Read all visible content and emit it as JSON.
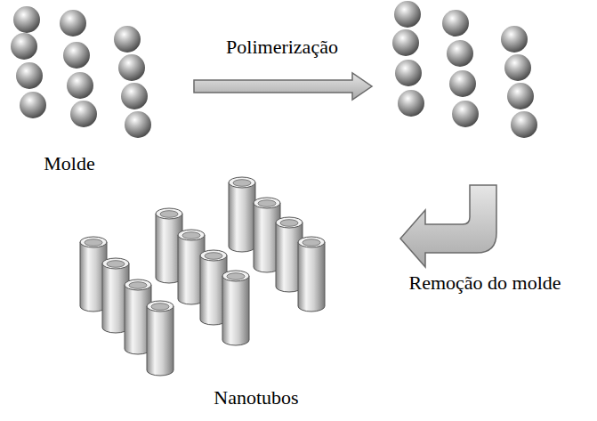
{
  "diagram": {
    "labels": [
      "Molde",
      "Polimerização",
      "Remoção do molde",
      "Nanotubos"
    ]
  }
}
